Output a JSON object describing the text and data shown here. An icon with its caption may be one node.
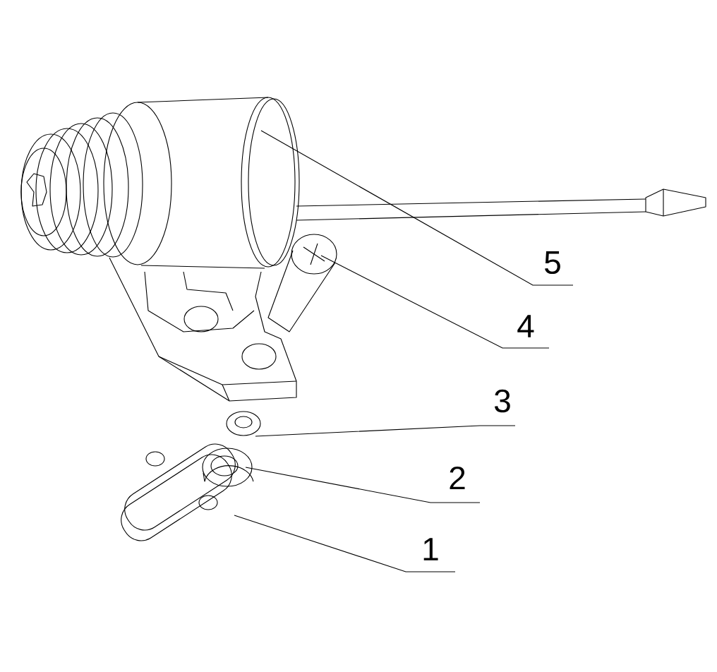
{
  "diagram": {
    "nodes": [
      {
        "text": [
          "5"
        ]
      },
      {
        "text": [
          "4"
        ]
      },
      {
        "text": [
          "3"
        ]
      },
      {
        "text": [
          "2"
        ]
      },
      {
        "text": [
          "1"
        ]
      }
    ],
    "edges": [
      {
        "from": 0,
        "to": null,
        "arrow": "none"
      },
      {
        "from": 1,
        "to": null,
        "arrow": "none"
      },
      {
        "from": 2,
        "to": null,
        "arrow": "none"
      },
      {
        "from": 3,
        "to": null,
        "arrow": "none"
      },
      {
        "from": 4,
        "to": null,
        "arrow": "none"
      }
    ]
  }
}
